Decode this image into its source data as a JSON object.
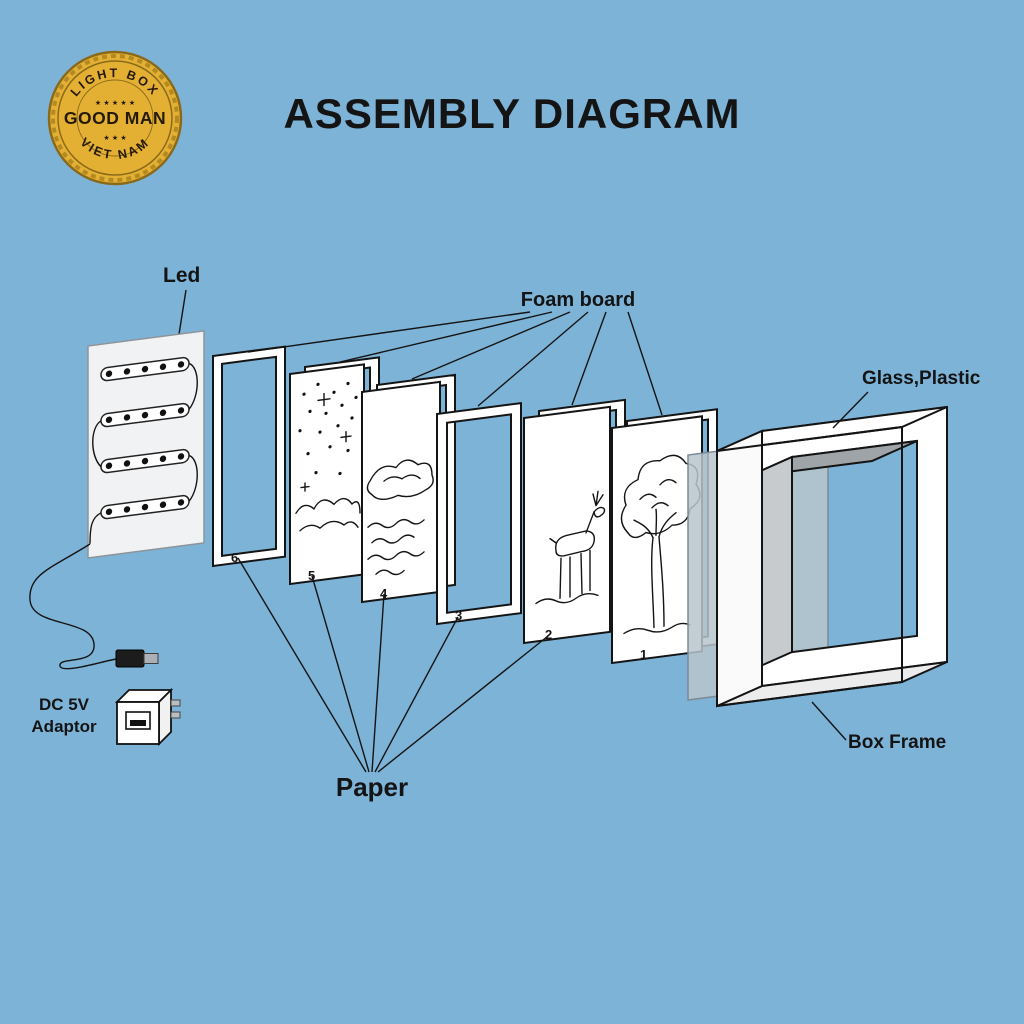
{
  "title": "ASSEMBLY DIAGRAM",
  "logo": {
    "arc_top": "LIGHT BOX",
    "name": "GOOD MAN",
    "arc_bottom": "VIET NAM",
    "stars_top": "★ ★ ★ ★ ★",
    "stars_bottom": "★ ★ ★"
  },
  "labels": {
    "led": "Led",
    "foam_board": "Foam board",
    "glass_plastic": "Glass,Plastic",
    "box_frame": "Box Frame",
    "paper": "Paper",
    "adaptor_line1": "DC 5V",
    "adaptor_line2": "Adaptor"
  },
  "layers": [
    {
      "number": "6",
      "content": "foam frame"
    },
    {
      "number": "5",
      "content": "paper sheet with stars artwork"
    },
    {
      "number": "4",
      "content": "paper sheet with landscape artwork"
    },
    {
      "number": "3",
      "content": "foam frame"
    },
    {
      "number": "2",
      "content": "paper sheet with deer artwork"
    },
    {
      "number": "1",
      "content": "paper sheet with tree artwork"
    }
  ],
  "colors": {
    "background": "#7eb3d8",
    "line": "#141414",
    "logo_gold": "#e4b034",
    "logo_text": "#241a05",
    "panel_fill": "#f1f2f3",
    "glass_fill": "#b7c5cd"
  }
}
